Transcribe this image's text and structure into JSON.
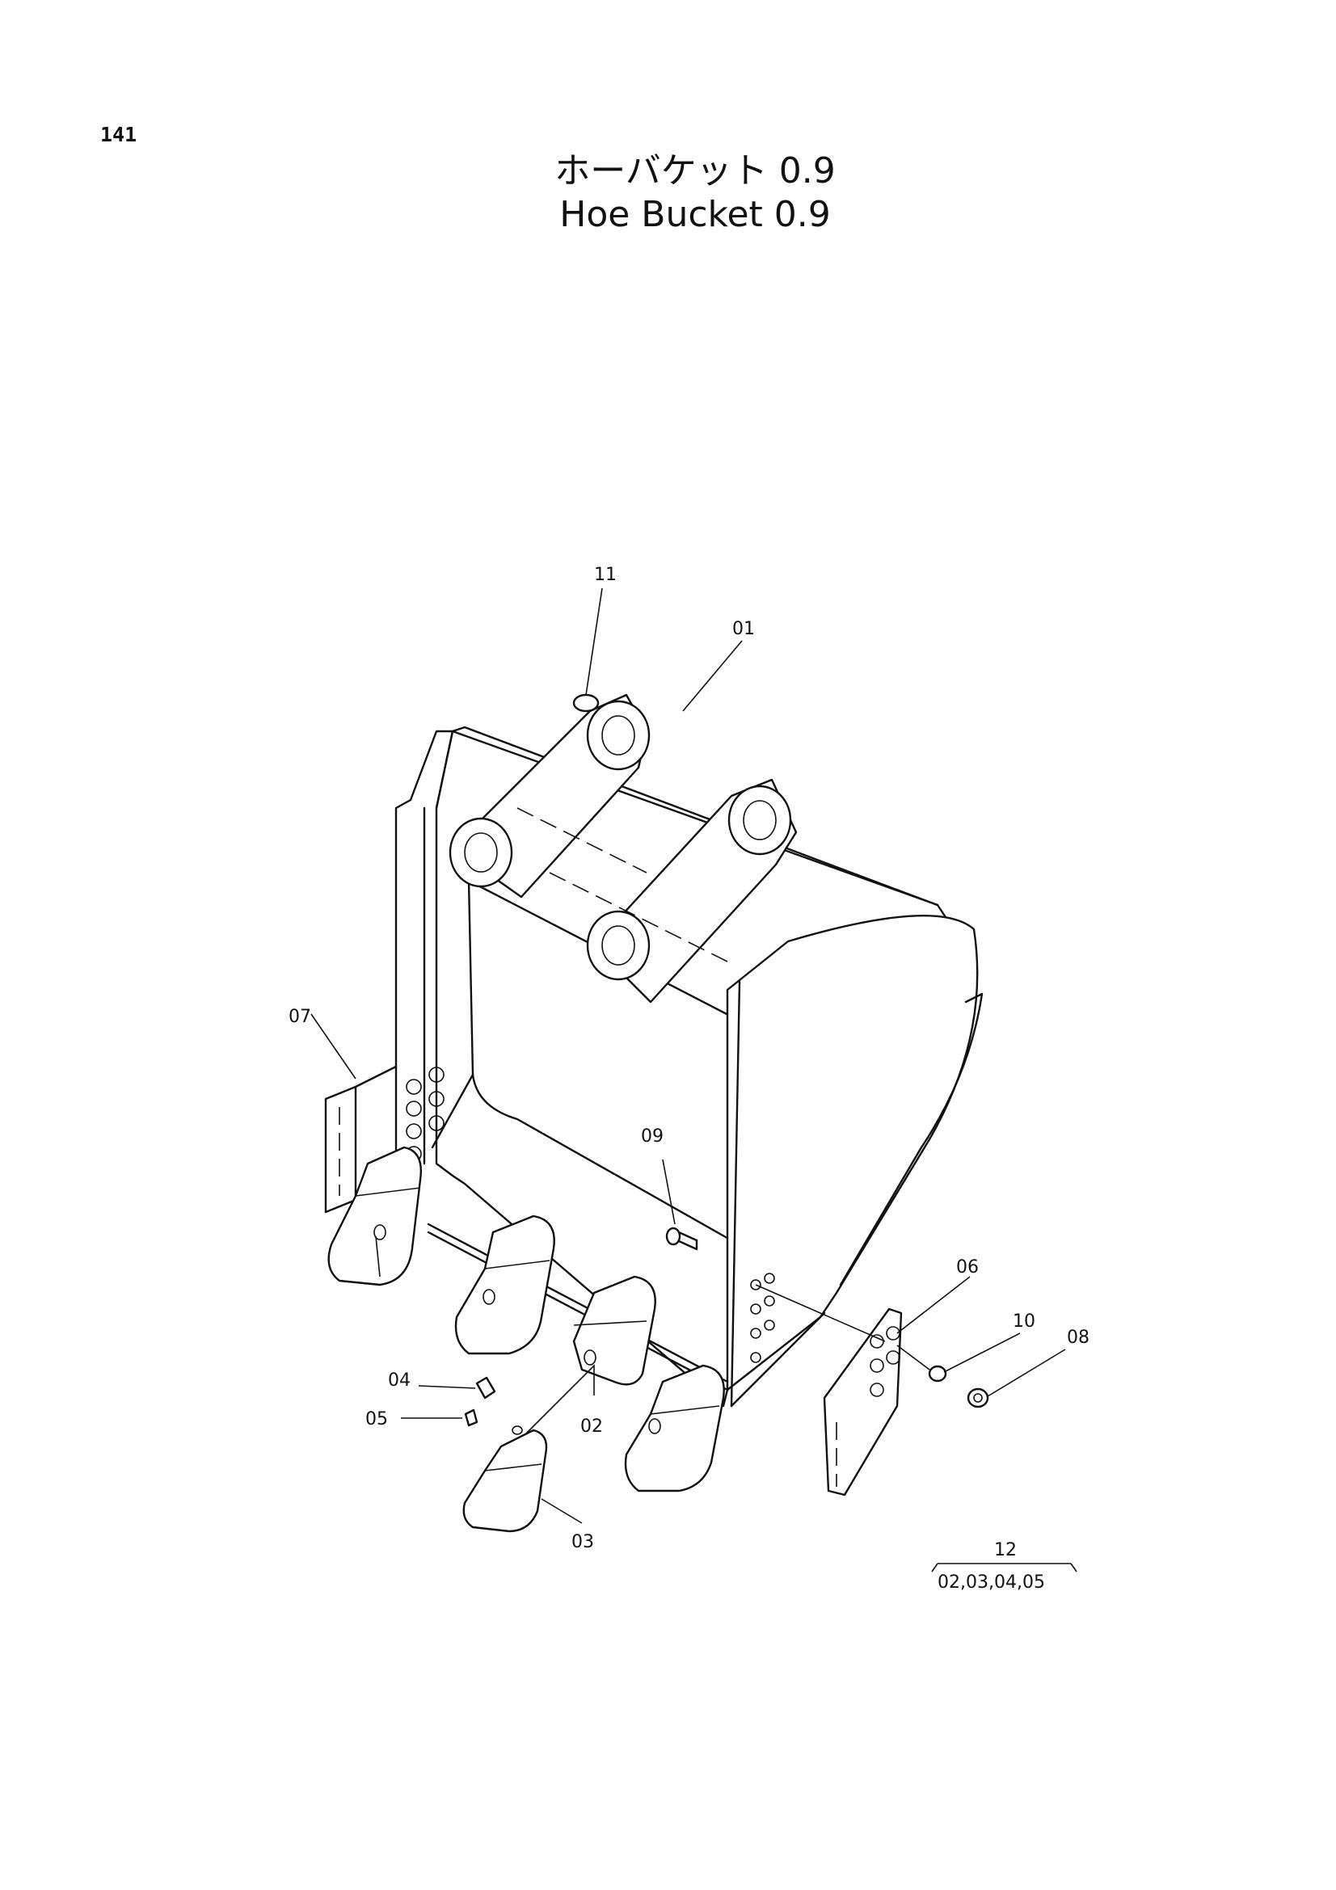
{
  "page_number": "141",
  "title_jp": "ホーバケット 0.9",
  "title_en": "Hoe Bucket 0.9",
  "callouts": {
    "c01": "01",
    "c02": "02",
    "c03": "03",
    "c04": "04",
    "c05": "05",
    "c06": "06",
    "c07": "07",
    "c08": "08",
    "c09": "09",
    "c10": "10",
    "c11": "11",
    "c12": "12",
    "c12_set": "02,03,04,05"
  }
}
